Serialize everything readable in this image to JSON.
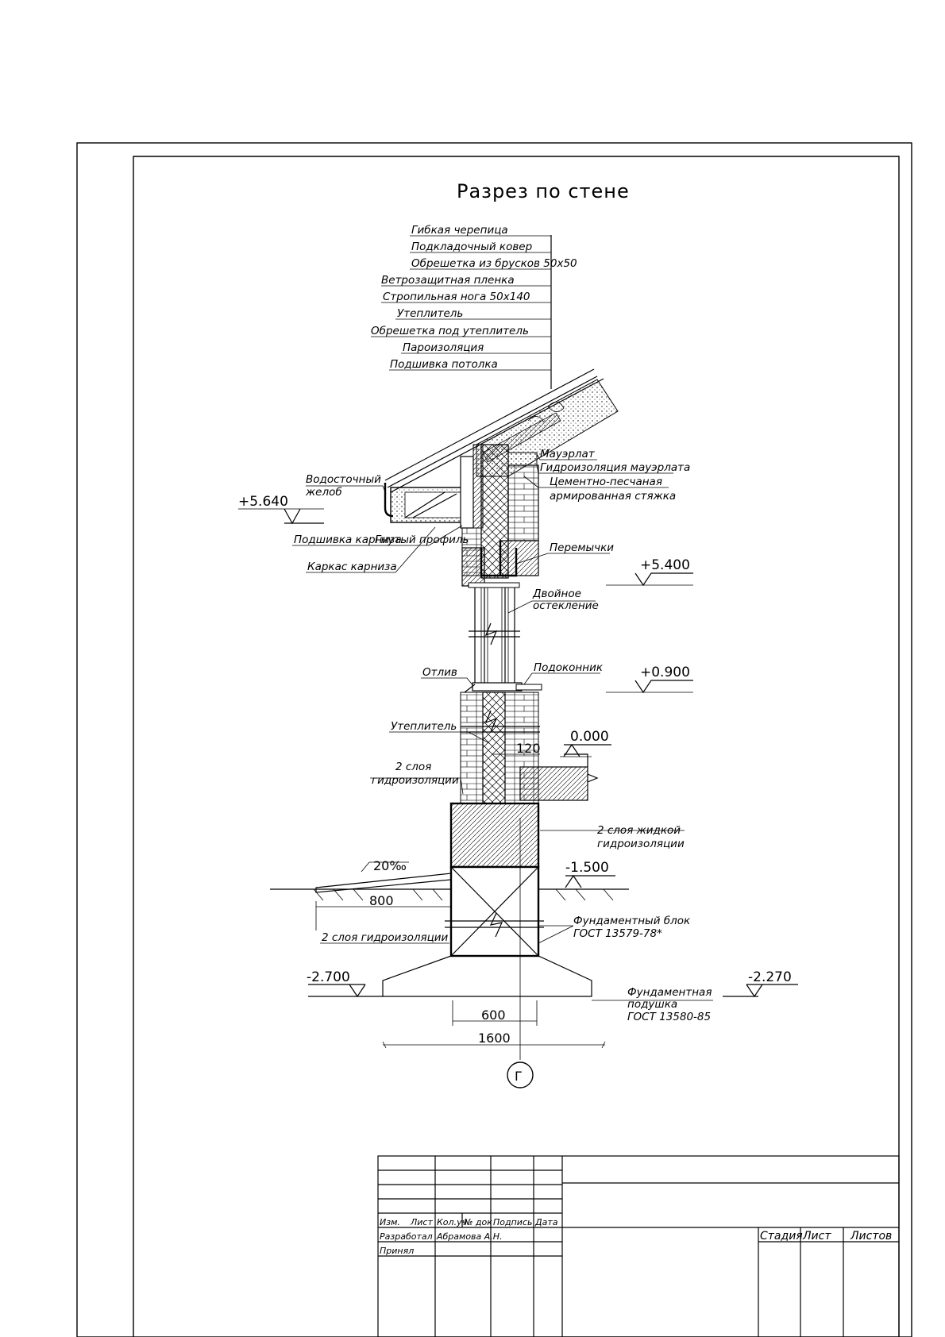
{
  "title": "Разрез по стене",
  "roof_layers": [
    "Гибкая черепица",
    "Подкладочный ковер",
    "Обрешетка из брусков 50х50",
    "Ветрозащитная пленка",
    "Стропильная нога 50х140",
    "Утеплитель",
    "Обрешетка под утеплитель",
    "Пароизоляция",
    "Подшивка потолка"
  ],
  "callouts": {
    "gutter": [
      "Водосточный",
      "желоб"
    ],
    "mauerlat": "Мауэрлат",
    "mauerlat_hydro": "Гидроизоляция мауэрлата",
    "screed": [
      "Цементно-песчаная",
      "армированная стяжка"
    ],
    "soffit": "Подшивка карниза",
    "profile": "Гнутый профиль",
    "frame": "Каркас карниза",
    "lintels": "Перемычки",
    "glazing": [
      "Двойное",
      "остекление"
    ],
    "sill_out": "Отлив",
    "sill_in": "Подоконник",
    "insulation": "Утеплитель",
    "hydro2": [
      "2 слоя",
      "гидроизоляции"
    ],
    "liquid_hydro": [
      "2 слоя жидкой",
      "гидроизоляции"
    ],
    "hydro2_line": "2 слоя гидроизоляции",
    "fblock": [
      "Фундаментный блок",
      "ГОСТ 13579-78*"
    ],
    "fpad": [
      "Фундаментная",
      "подушка",
      "ГОСТ 13580-85"
    ]
  },
  "levels": {
    "l5640": "+5.640",
    "l5400": "+5.400",
    "l0900": "+0.900",
    "l0000": "0.000",
    "lm1500": "-1.500",
    "lm2700": "-2.700",
    "lm2270": "-2.270"
  },
  "dims": {
    "d120": "120",
    "d800": "800",
    "d600": "600",
    "d1600": "1600",
    "slope": "20‰"
  },
  "axis": "Г",
  "titleblock": {
    "headers": [
      "Изм.",
      "Лист",
      "Кол.уч",
      "№ док",
      "Подпись",
      "Дата"
    ],
    "rows": [
      {
        "role": "Разработал",
        "name": "Абрамова А.Н."
      },
      {
        "role": "Принял",
        "name": ""
      }
    ],
    "stage": "Стадия",
    "sheet": "Лист",
    "sheets": "Листов"
  }
}
